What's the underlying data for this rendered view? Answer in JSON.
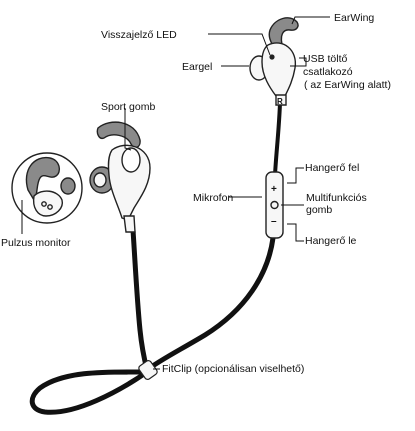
{
  "colors": {
    "cable": "#111111",
    "outline": "#222222",
    "body_fill": "#f7f7f7",
    "earwing_fill": "#8a8a8a",
    "callout_line": "#111111"
  },
  "labels": {
    "led": "Visszajelző LED",
    "earwing": "EarWing",
    "eargel": "Eargel",
    "usb_line1": "USB töltő",
    "usb_line2": "csatlakozó",
    "usb_line3": "( az EarWing alatt)",
    "sport_button": "Sport gomb",
    "volume_up": "Hangerő fel",
    "microphone": "Mikrofon",
    "multifunction_line1": "Multifunkciós",
    "multifunction_line2": "gomb",
    "volume_down": "Hangerő le",
    "pulse_monitor": "Pulzus monitor",
    "fitclip": "FitClip (opcionálisan viselhető)"
  },
  "marks": {
    "right_earbud_side": "R",
    "remote_plus": "+",
    "remote_minus": "–"
  },
  "icons": [
    "right-earbud-icon",
    "left-earbud-icon",
    "pulse-sensor-detail-icon",
    "inline-remote-icon",
    "fitclip-icon"
  ]
}
